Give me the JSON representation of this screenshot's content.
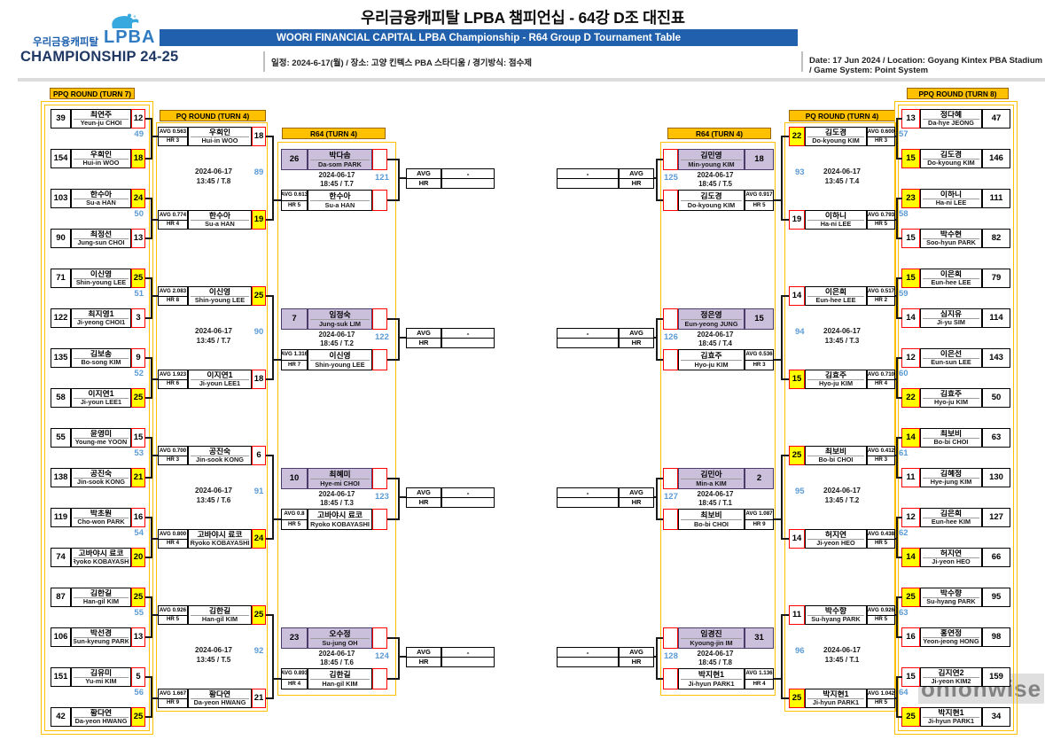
{
  "header": {
    "title_ko": "우리금융캐피탈 LPBA 챔피언십 - 64강 D조 대진표",
    "title_en": "WOORI FINANCIAL CAPITAL LPBA Championship - R64 Group D Tournament Table",
    "logo": {
      "brand": "우리금융캐피탈",
      "lpba": "LPBA",
      "championship": "CHAMPIONSHIP 24-25"
    },
    "info_ko": "일정: 2024-6-17(월) / 장소: 고양 킨텍스 PBA 스타디움 / 경기방식: 점수제",
    "info_en": "Date: 17 Jun 2024 / Location: Goyang Kintex PBA Stadium / Game System: Point System"
  },
  "colors": {
    "accent": "#FFC000",
    "blue_bar": "#2160AC",
    "match_number": "#5B9BD5",
    "winner_fill": "#FFFF00",
    "score_border": "#FF0000",
    "seed_fill": "#CBC0DB"
  },
  "watermark": "onionwise",
  "bracket": {
    "center": {
      "avg": "AVG",
      "hr": "HR",
      "dash": "-"
    },
    "ppq_left": {
      "title": "PPQ ROUND (TURN 7)",
      "matches": [
        {
          "no": "49",
          "players": [
            {
              "id": "39",
              "ko": "최연주",
              "en": "Yeun-ju CHOI",
              "score": "12",
              "win": false
            },
            {
              "id": "154",
              "ko": "우희인",
              "en": "Hui-in WOO",
              "score": "18",
              "win": true
            }
          ]
        },
        {
          "no": "50",
          "players": [
            {
              "id": "103",
              "ko": "한수아",
              "en": "Su-a HAN",
              "score": "24",
              "win": true
            },
            {
              "id": "90",
              "ko": "최정선",
              "en": "Jung-sun CHOI",
              "score": "13",
              "win": false
            }
          ]
        },
        {
          "no": "51",
          "players": [
            {
              "id": "71",
              "ko": "이신영",
              "en": "Shin-young LEE",
              "score": "25",
              "win": true
            },
            {
              "id": "122",
              "ko": "최지영1",
              "en": "Ji-yeong CHOI1",
              "score": "3",
              "win": false
            }
          ]
        },
        {
          "no": "52",
          "players": [
            {
              "id": "135",
              "ko": "김보송",
              "en": "Bo-song KIM",
              "score": "9",
              "win": false
            },
            {
              "id": "58",
              "ko": "이지연1",
              "en": "Ji-youn LEE1",
              "score": "25",
              "win": true
            }
          ]
        },
        {
          "no": "53",
          "players": [
            {
              "id": "55",
              "ko": "윤영미",
              "en": "Young-me YOON",
              "score": "15",
              "win": false
            },
            {
              "id": "138",
              "ko": "공진숙",
              "en": "Jin-sook KONG",
              "score": "21",
              "win": true
            }
          ]
        },
        {
          "no": "54",
          "players": [
            {
              "id": "119",
              "ko": "박초원",
              "en": "Cho-won PARK",
              "score": "16",
              "win": false
            },
            {
              "id": "74",
              "ko": "고바야시 료코",
              "en": "Ryoko KOBAYASHI",
              "score": "20",
              "win": true
            }
          ]
        },
        {
          "no": "55",
          "players": [
            {
              "id": "87",
              "ko": "김한길",
              "en": "Han-gil KIM",
              "score": "25",
              "win": true
            },
            {
              "id": "106",
              "ko": "박선경",
              "en": "Sun-kyeung PARK",
              "score": "13",
              "win": false
            }
          ]
        },
        {
          "no": "56",
          "players": [
            {
              "id": "151",
              "ko": "김유미",
              "en": "Yu-mi KIM",
              "score": "5",
              "win": false
            },
            {
              "id": "42",
              "ko": "황다연",
              "en": "Da-yeon HWANG",
              "score": "25",
              "win": true
            }
          ]
        }
      ]
    },
    "pq_left": {
      "title": "PQ ROUND (TURN 4)",
      "matches": [
        {
          "no": "89",
          "date": "2024-06-17",
          "time": "13:45 / T.8",
          "players": [
            {
              "avg": "AVG 0.563",
              "hr": "HR 3",
              "ko": "우희인",
              "en": "Hui-in WOO",
              "score": "18",
              "win": false
            },
            {
              "avg": "AVG 0.774",
              "hr": "HR 4",
              "ko": "한수아",
              "en": "Su-a HAN",
              "score": "19",
              "win": true
            }
          ]
        },
        {
          "no": "90",
          "date": "2024-06-17",
          "time": "13:45 / T.7",
          "players": [
            {
              "avg": "AVG 2.083",
              "hr": "HR 8",
              "ko": "이신영",
              "en": "Shin-young LEE",
              "score": "25",
              "win": true
            },
            {
              "avg": "AVG 1.923",
              "hr": "HR 6",
              "ko": "이지연1",
              "en": "Ji-youn LEE1",
              "score": "18",
              "win": false
            }
          ]
        },
        {
          "no": "91",
          "date": "2024-06-17",
          "time": "13:45 / T.6",
          "players": [
            {
              "avg": "AVG 0.700",
              "hr": "HR 3",
              "ko": "공진숙",
              "en": "Jin-sook KONG",
              "score": "6",
              "win": false
            },
            {
              "avg": "AVG 0.800",
              "hr": "HR 4",
              "ko": "고바야시 료코",
              "en": "Ryoko KOBAYASHI",
              "score": "24",
              "win": true
            }
          ]
        },
        {
          "no": "92",
          "date": "2024-06-17",
          "time": "13:45 / T.5",
          "players": [
            {
              "avg": "AVG 0.926",
              "hr": "HR 5",
              "ko": "김한길",
              "en": "Han-gil KIM",
              "score": "25",
              "win": true
            },
            {
              "avg": "AVG 1.667",
              "hr": "HR 9",
              "ko": "황다연",
              "en": "Da-yeon HWANG",
              "score": "21",
              "win": false
            }
          ]
        }
      ]
    },
    "r64_left": {
      "title": "R64 (TURN 4)",
      "matches": [
        {
          "no": "121",
          "date": "2024-06-17",
          "time": "18:45 / T.7",
          "players": [
            {
              "seed": "26",
              "ko": "박다솜",
              "en": "Da-som PARK"
            },
            {
              "avg": "AVG 0.613",
              "hr": "HR 5",
              "ko": "한수아",
              "en": "Su-a HAN"
            }
          ]
        },
        {
          "no": "122",
          "date": "2024-06-17",
          "time": "18:45 / T.2",
          "players": [
            {
              "seed": "7",
              "ko": "임정숙",
              "en": "Jung-suk LIM"
            },
            {
              "avg": "AVG 1.316",
              "hr": "HR 7",
              "ko": "이신영",
              "en": "Shin-young LEE"
            }
          ]
        },
        {
          "no": "123",
          "date": "2024-06-17",
          "time": "18:45 / T.3",
          "players": [
            {
              "seed": "10",
              "ko": "최혜미",
              "en": "Hye-mi CHOI"
            },
            {
              "avg": "AVG 0.8",
              "hr": "HR 5",
              "ko": "고바야시 료코",
              "en": "Ryoko KOBAYASHI"
            }
          ]
        },
        {
          "no": "124",
          "date": "2024-06-17",
          "time": "18:45 / T.6",
          "players": [
            {
              "seed": "23",
              "ko": "오수정",
              "en": "Su-jung OH"
            },
            {
              "avg": "AVG 0.893",
              "hr": "HR 4",
              "ko": "김한길",
              "en": "Han-gil KIM"
            }
          ]
        }
      ]
    },
    "r64_right": {
      "title": "R64 (TURN 4)",
      "matches": [
        {
          "no": "125",
          "date": "2024-06-17",
          "time": "18:45 / T.5",
          "players": [
            {
              "seed": "18",
              "ko": "김민영",
              "en": "Min-young KIM"
            },
            {
              "avg": "AVG 0.917",
              "hr": "HR 5",
              "ko": "김도경",
              "en": "Do-kyoung KIM"
            }
          ]
        },
        {
          "no": "126",
          "date": "2024-06-17",
          "time": "18:45 / T.4",
          "players": [
            {
              "seed": "15",
              "ko": "정은영",
              "en": "Eun-yeong JUNG"
            },
            {
              "avg": "AVG 0.536",
              "hr": "HR 3",
              "ko": "김효주",
              "en": "Hyo-ju KIM"
            }
          ]
        },
        {
          "no": "127",
          "date": "2024-06-17",
          "time": "18:45 / T.1",
          "players": [
            {
              "seed": "2",
              "ko": "김민아",
              "en": "Min-a KIM"
            },
            {
              "avg": "AVG 1.087",
              "hr": "HR 9",
              "ko": "최보비",
              "en": "Bo-bi CHOI"
            }
          ]
        },
        {
          "no": "128",
          "date": "2024-06-17",
          "time": "18:45 / T.8",
          "players": [
            {
              "seed": "31",
              "ko": "임경진",
              "en": "Kyoung-jin IM"
            },
            {
              "avg": "AVG 1.136",
              "hr": "HR 4",
              "ko": "박지현1",
              "en": "Ji-hyun PARK1"
            }
          ]
        }
      ]
    },
    "pq_right": {
      "title": "PQ ROUND (TURN 4)",
      "matches": [
        {
          "no": "93",
          "date": "2024-06-17",
          "time": "13:45 / T.4",
          "players": [
            {
              "score": "22",
              "win": true,
              "ko": "김도경",
              "en": "Do-kyoung KIM",
              "avg": "AVG 0.600",
              "hr": "HR 3"
            },
            {
              "score": "19",
              "win": false,
              "ko": "이하니",
              "en": "Ha-ni LEE",
              "avg": "AVG 0.793",
              "hr": "HR 5"
            }
          ]
        },
        {
          "no": "94",
          "date": "2024-06-17",
          "time": "13:45 / T.3",
          "players": [
            {
              "score": "14",
              "win": false,
              "ko": "이은희",
              "en": "Eun-hee LEE",
              "avg": "AVG 0.517",
              "hr": "HR 2"
            },
            {
              "score": "15",
              "win": true,
              "ko": "김효주",
              "en": "Hyo-ju KIM",
              "avg": "AVG 0.710",
              "hr": "HR 4"
            }
          ]
        },
        {
          "no": "95",
          "date": "2024-06-17",
          "time": "13:45 / T.2",
          "players": [
            {
              "score": "25",
              "win": true,
              "ko": "최보비",
              "en": "Bo-bi CHOI",
              "avg": "AVG 0.412",
              "hr": "HR 3"
            },
            {
              "score": "14",
              "win": false,
              "ko": "허지연",
              "en": "Ji-yeon HEO",
              "avg": "AVG 0.438",
              "hr": "HR 5"
            }
          ]
        },
        {
          "no": "96",
          "date": "2024-06-17",
          "time": "13:45 / T.1",
          "players": [
            {
              "score": "11",
              "win": false,
              "ko": "박수향",
              "en": "Su-hyang PARK",
              "avg": "AVG 0.926",
              "hr": "HR 5"
            },
            {
              "score": "25",
              "win": true,
              "ko": "박지현1",
              "en": "Ji-hyun PARK1",
              "avg": "AVG 1.042",
              "hr": "HR 5"
            }
          ]
        }
      ]
    },
    "ppq_right": {
      "title": "PPQ ROUND (TURN 8)",
      "matches": [
        {
          "no": "57",
          "players": [
            {
              "score": "13",
              "win": false,
              "ko": "정다혜",
              "en": "Da-hye JEONG",
              "id": "47"
            },
            {
              "score": "15",
              "win": true,
              "ko": "김도경",
              "en": "Do-kyoung KIM",
              "id": "146"
            }
          ]
        },
        {
          "no": "58",
          "players": [
            {
              "score": "23",
              "win": true,
              "ko": "이하니",
              "en": "Ha-ni LEE",
              "id": "111"
            },
            {
              "score": "15",
              "win": false,
              "ko": "박수현",
              "en": "Soo-hyun PARK",
              "id": "82"
            }
          ]
        },
        {
          "no": "59",
          "players": [
            {
              "score": "15",
              "win": true,
              "ko": "이은희",
              "en": "Eun-hee LEE",
              "id": "79"
            },
            {
              "score": "14",
              "win": false,
              "ko": "심지유",
              "en": "Ji-yu SIM",
              "id": "114"
            }
          ]
        },
        {
          "no": "60",
          "players": [
            {
              "score": "12",
              "win": false,
              "ko": "이은선",
              "en": "Eun-sun LEE",
              "id": "143"
            },
            {
              "score": "22",
              "win": true,
              "ko": "김효주",
              "en": "Hyo-ju KIM",
              "id": "50"
            }
          ]
        },
        {
          "no": "61",
          "players": [
            {
              "score": "14",
              "win": true,
              "ko": "최보비",
              "en": "Bo-bi CHOI",
              "id": "63"
            },
            {
              "score": "11",
              "win": false,
              "ko": "김혜정",
              "en": "Hye-jung KIM",
              "id": "130"
            }
          ]
        },
        {
          "no": "62",
          "players": [
            {
              "score": "12",
              "win": false,
              "ko": "김은희",
              "en": "Eun-hee KIM",
              "id": "127"
            },
            {
              "score": "14",
              "win": true,
              "ko": "허지연",
              "en": "Ji-yeon HEO",
              "id": "66"
            }
          ]
        },
        {
          "no": "63",
          "players": [
            {
              "score": "25",
              "win": true,
              "ko": "박수향",
              "en": "Su-hyang PARK",
              "id": "95"
            },
            {
              "score": "16",
              "win": false,
              "ko": "홍연정",
              "en": "Yeon-jeong HONG",
              "id": "98"
            }
          ]
        },
        {
          "no": "64",
          "players": [
            {
              "score": "15",
              "win": false,
              "ko": "김지연2",
              "en": "Ji-yeon KIM2",
              "id": "159"
            },
            {
              "score": "25",
              "win": true,
              "ko": "박지현1",
              "en": "Ji-hyun PARK1",
              "id": "34"
            }
          ]
        }
      ]
    }
  }
}
